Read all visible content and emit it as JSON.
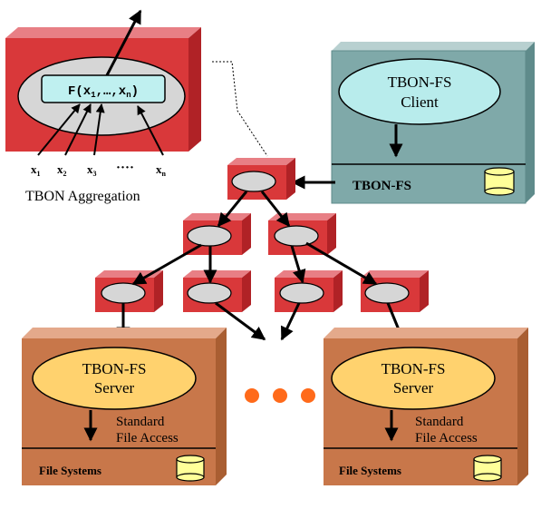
{
  "colors": {
    "red_box_front": "#d9383a",
    "red_box_top": "#e87f85",
    "red_box_side": "#b02226",
    "teal_box": "#7fa9a9",
    "teal_box_top": "#b8d0d0",
    "teal_box_side": "#5f8b8b",
    "orange_box": "#c8774a",
    "orange_box_top": "#e4a98b",
    "orange_box_side": "#a95e32",
    "client_ellipse": "#b8ecec",
    "server_ellipse": "#ffd26e",
    "node_ellipse": "#d6d6d6",
    "function_box": "#bff0f0",
    "cylinder": "#ffff99",
    "dots": "#ff6a1a"
  },
  "aggregation": {
    "function_label": "F(x1,…,xn)",
    "inputs": [
      "x1",
      "x2",
      "x3",
      "xn"
    ],
    "ellipsis": "····",
    "caption": "TBON Aggregation"
  },
  "client": {
    "line1": "TBON-FS",
    "line2": "Client",
    "layer_label": "TBON-FS"
  },
  "servers": [
    {
      "line1": "TBON-FS",
      "line2": "Server",
      "access_line1": "Standard",
      "access_line2": "File Access",
      "fs_label": "File Systems"
    },
    {
      "line1": "TBON-FS",
      "line2": "Server",
      "access_line1": "Standard",
      "access_line2": "File Access",
      "fs_label": "File Systems"
    }
  ]
}
